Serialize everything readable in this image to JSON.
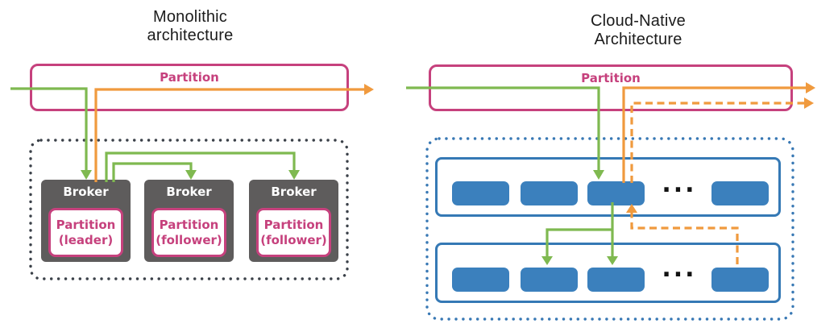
{
  "colors": {
    "pink": "#c6417d",
    "green": "#7fb950",
    "orange": "#f09a3e",
    "broker_gray": "#5e5c5c",
    "blue_border": "#3579b5",
    "blue_fill": "#3b80bd",
    "dots_dark": "#3b4149",
    "dots_blue": "#3878b4",
    "title_text": "#1c1c1c",
    "ellipsis_text": "#121212"
  },
  "left": {
    "title_line1": "Monolithic",
    "title_line2": "architecture",
    "partition_label": "Partition",
    "brokers": [
      {
        "label": "Broker",
        "partition_line1": "Partition",
        "partition_line2": "(leader)"
      },
      {
        "label": "Broker",
        "partition_line1": "Partition",
        "partition_line2": "(follower)"
      },
      {
        "label": "Broker",
        "partition_line1": "Partition",
        "partition_line2": "(follower)"
      }
    ]
  },
  "right": {
    "title_line1": "Cloud-Native",
    "title_line2": "Architecture",
    "partition_label": "Partition",
    "ellipsis": "..."
  }
}
